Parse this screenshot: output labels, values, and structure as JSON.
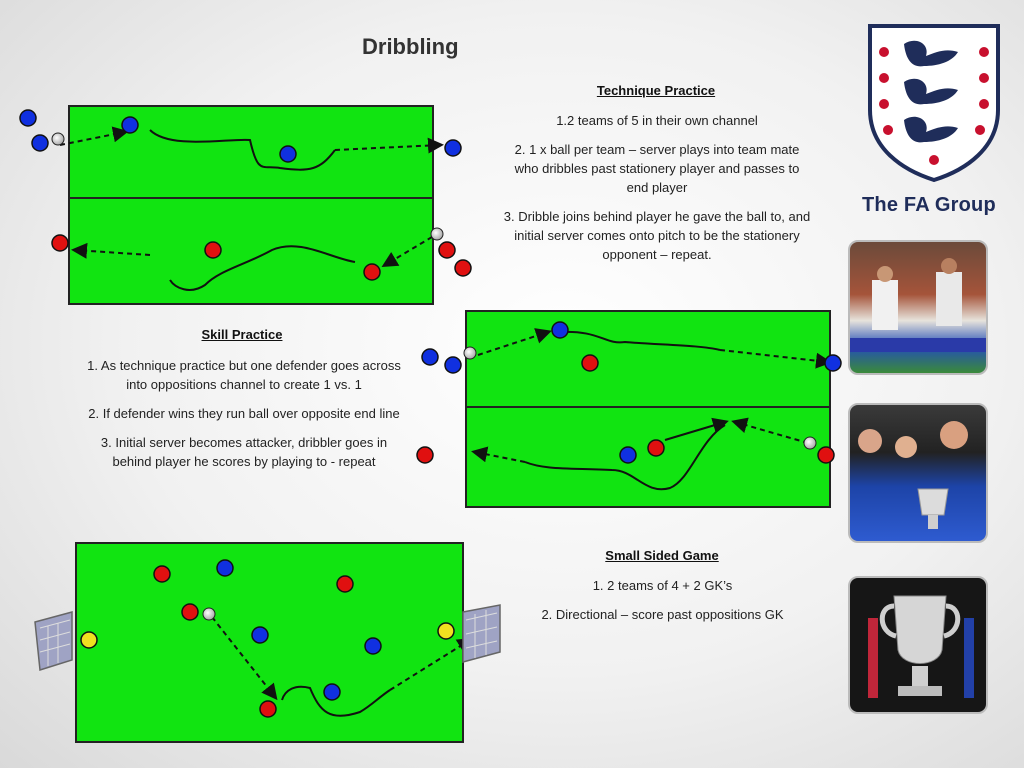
{
  "page": {
    "title": "Dribbling"
  },
  "technique": {
    "heading": "Technique Practice",
    "items": [
      "1.2 teams of 5 in their own channel",
      "2. 1 x ball per team – server plays into team mate who dribbles past stationery player and passes to end player",
      "3. Dribble joins behind player he gave the ball to, and initial server comes onto pitch to be the stationery opponent – repeat."
    ]
  },
  "skill": {
    "heading": "Skill Practice",
    "items": [
      "1. As technique practice but one defender goes across into oppositions channel to create 1 vs. 1",
      "2. If defender wins they run ball over opposite end line",
      "3. Initial server becomes attacker, dribbler goes in behind player he scores by playing to - repeat"
    ]
  },
  "ssg": {
    "heading": "Small Sided Game",
    "items": [
      "1. 2 teams of 4 + 2 GK’s",
      "2. Directional – score past oppositions GK"
    ]
  },
  "brand": {
    "logo_text": "The FA Group"
  },
  "colors": {
    "pitch": "#11e411",
    "blue_team": "#1030e0",
    "red_team": "#e01010",
    "goalkeeper": "#f0e020"
  }
}
